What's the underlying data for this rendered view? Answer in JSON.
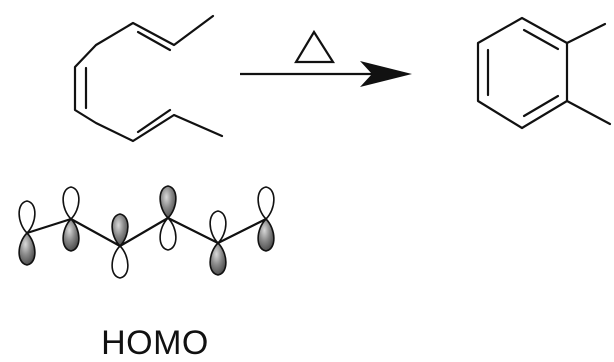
{
  "reaction": {
    "condition_symbol": "△",
    "condition_name": "heat",
    "reactant": "triene",
    "product": "cyclohexadiene"
  },
  "orbital_diagram": {
    "label": "HOMO",
    "lobe_phases_top": [
      "light",
      "light",
      "dark",
      "dark",
      "light",
      "light"
    ],
    "lobe_phases_bottom": [
      "dark",
      "dark",
      "light",
      "light",
      "dark",
      "dark"
    ]
  },
  "colors": {
    "ink": "#111111",
    "lobe_light": "#ffffff",
    "lobe_dark": "#6e6e6e"
  }
}
